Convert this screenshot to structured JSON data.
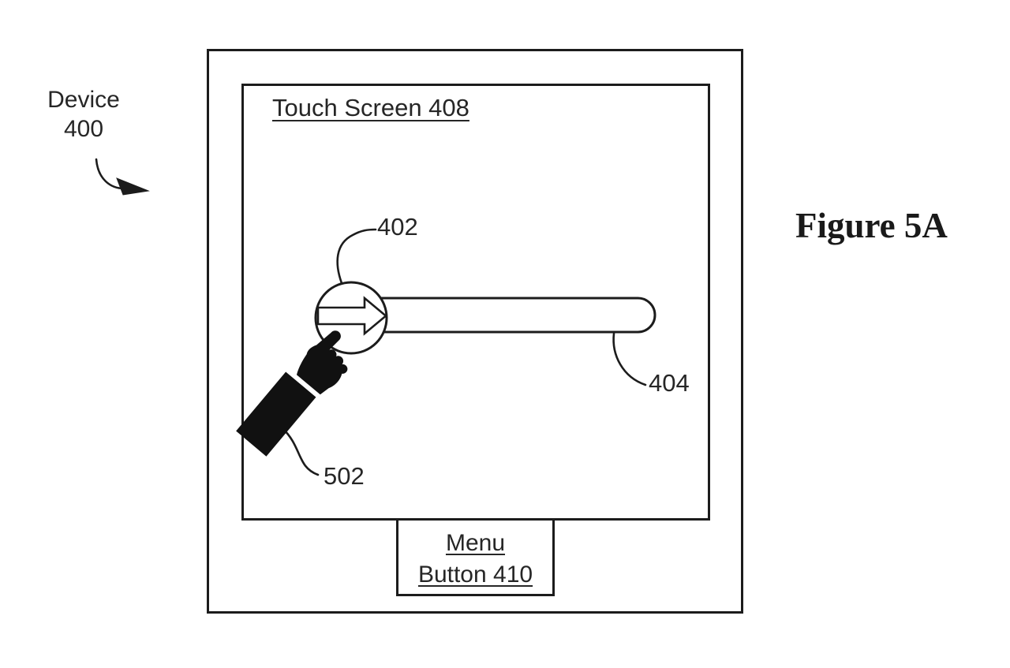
{
  "figure": {
    "title": "Figure 5A"
  },
  "device": {
    "label_line1": "Device",
    "label_line2": "400"
  },
  "touch_screen": {
    "label": "Touch Screen 408"
  },
  "menu_button": {
    "line1": "Menu",
    "line2": "Button 410"
  },
  "callouts": {
    "slider_knob": "402",
    "slider_channel": "404",
    "hand": "502"
  },
  "icons": {
    "slider_arrow": "right-arrow-icon",
    "hand": "pointing-hand-icon",
    "device_pointer": "curved-arrow-icon"
  },
  "colors": {
    "line": "#1c1c1c",
    "text": "#262626",
    "background": "#ffffff"
  }
}
